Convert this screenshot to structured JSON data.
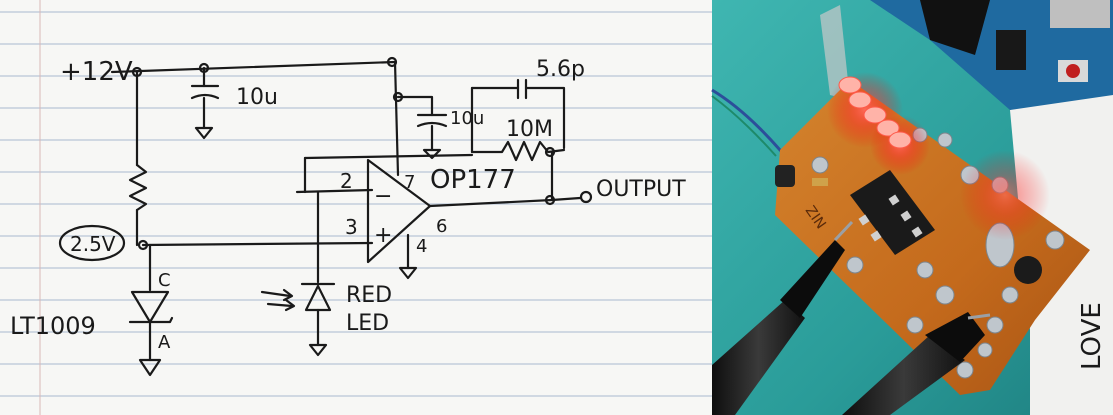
{
  "schematic": {
    "supply_label": "+12V",
    "cap1_value": "10u",
    "cap2_value": "10u",
    "cap3_value": "5.6p",
    "resistor_value": "10M",
    "opamp_part": "OP177",
    "pin2": "2",
    "pin3": "3",
    "pin4": "4",
    "pin6": "6",
    "pin7": "7",
    "pin_minus": "−",
    "pin_plus": "+",
    "output_label": "OUTPUT",
    "ref_voltage": "2.5V",
    "ref_part": "LT1009",
    "ref_pin_c": "C",
    "ref_pin_a": "A",
    "sensor_label_1": "RED",
    "sensor_label_2": "LED"
  },
  "board_photo": {
    "silkscreen_text": "LOVE"
  }
}
